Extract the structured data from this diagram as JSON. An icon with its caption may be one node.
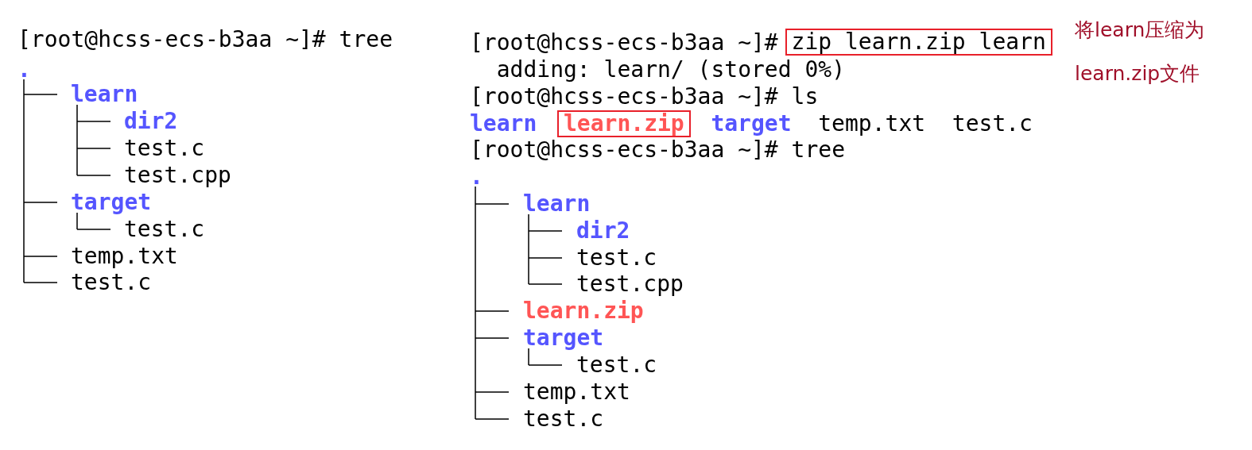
{
  "diagram": {
    "nodes": [
      {
        "text": [
          "zip learn.zip learn"
        ]
      },
      {
        "text": [
          "learn.zip"
        ]
      }
    ],
    "labels": [
      "[root@hcss-ecs-b3aa ~]# tree",
      ".",
      "learn",
      "dir2",
      "test.c",
      "test.cpp",
      "target",
      "test.c",
      "temp.txt",
      "test.c",
      "[root@hcss-ecs-b3aa ~]#",
      "adding: learn/ (stored 0%)",
      "[root@hcss-ecs-b3aa ~]# ls",
      "learn",
      "target",
      "temp.txt",
      "test.c",
      "[root@hcss-ecs-b3aa ~]# tree",
      ".",
      "learn",
      "dir2",
      "test.c",
      "test.cpp",
      "learn.zip",
      "target",
      "test.c",
      "temp.txt",
      "test.c",
      "将learn压缩为learn.zip文件"
    ]
  }
}
